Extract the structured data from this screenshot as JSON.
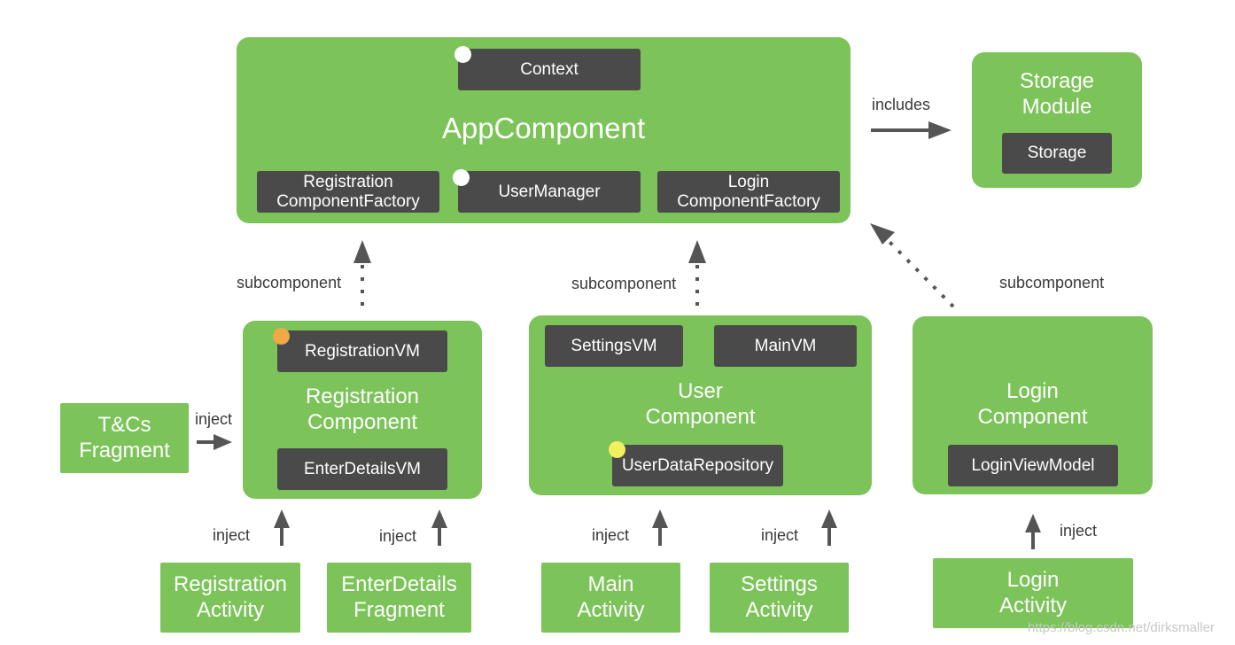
{
  "colors": {
    "component": "#7cc35a",
    "binding": "#4a4a4a",
    "arrow": "#555555",
    "dot_white": "#ffffff",
    "dot_orange": "#f0a848",
    "dot_yellow": "#f0f060"
  },
  "app_component": {
    "title": "AppComponent",
    "context": "Context",
    "registration_factory": "Registration\nComponentFactory",
    "user_manager": "UserManager",
    "login_factory": "Login\nComponentFactory"
  },
  "storage_module": {
    "title": "Storage\nModule",
    "storage": "Storage"
  },
  "registration_component": {
    "title": "Registration\nComponent",
    "registration_vm": "RegistrationVM",
    "enter_details_vm": "EnterDetailsVM"
  },
  "user_component": {
    "title": "User\nComponent",
    "settings_vm": "SettingsVM",
    "main_vm": "MainVM",
    "user_data_repository": "UserDataRepository"
  },
  "login_component": {
    "title": "Login\nComponent",
    "login_view_model": "LoginViewModel"
  },
  "leaf_nodes": {
    "tcs_fragment": "T&Cs\nFragment",
    "registration_activity": "Registration\nActivity",
    "enter_details_fragment": "EnterDetails\nFragment",
    "main_activity": "Main\nActivity",
    "settings_activity": "Settings\nActivity",
    "login_activity": "Login\nActivity"
  },
  "edge_labels": {
    "includes": "includes",
    "subcomponent": "subcomponent",
    "inject": "inject"
  },
  "watermark": "https://blog.csdn.net/dirksmaller"
}
